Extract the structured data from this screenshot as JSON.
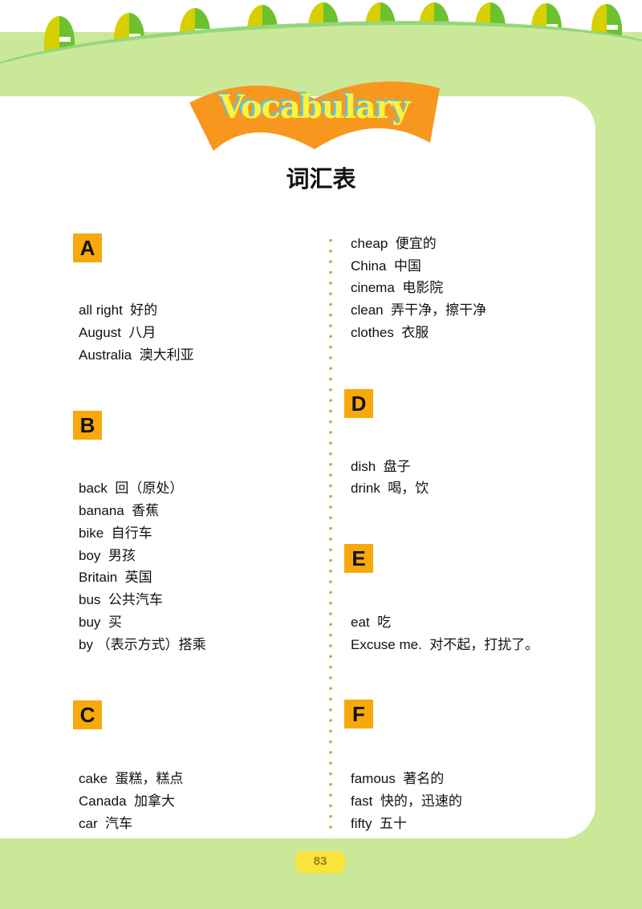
{
  "title_en": "Vocabulary",
  "title_cn": "词汇表",
  "page_number": "83",
  "colors": {
    "accent": "#f7a90c",
    "green": "#cbe898",
    "banner": "#f7971e"
  },
  "sections": {
    "A": {
      "letter": "A",
      "words": [
        "all right  好的",
        "August  八月",
        "Australia  澳大利亚"
      ]
    },
    "B": {
      "letter": "B",
      "words": [
        "back  回（原处）",
        "banana  香蕉",
        "bike  自行车",
        "boy  男孩",
        "Britain  英国",
        "bus  公共汽车",
        "buy  买",
        "by （表示方式）搭乘"
      ]
    },
    "C": {
      "letter": "C",
      "words": [
        "cake  蛋糕，糕点",
        "Canada  加拿大",
        "car  汽车",
        "cheap  便宜的",
        "China  中国",
        "cinema  电影院",
        "clean  弄干净，擦干净",
        "clothes  衣服"
      ]
    },
    "D": {
      "letter": "D",
      "words": [
        "dish  盘子",
        "drink  喝，饮"
      ]
    },
    "E": {
      "letter": "E",
      "words": [
        "eat  吃",
        "Excuse me.  对不起，打扰了。"
      ]
    },
    "F": {
      "letter": "F",
      "words": [
        "famous  著名的",
        "fast  快的，迅速的",
        "fifty  五十"
      ]
    }
  }
}
